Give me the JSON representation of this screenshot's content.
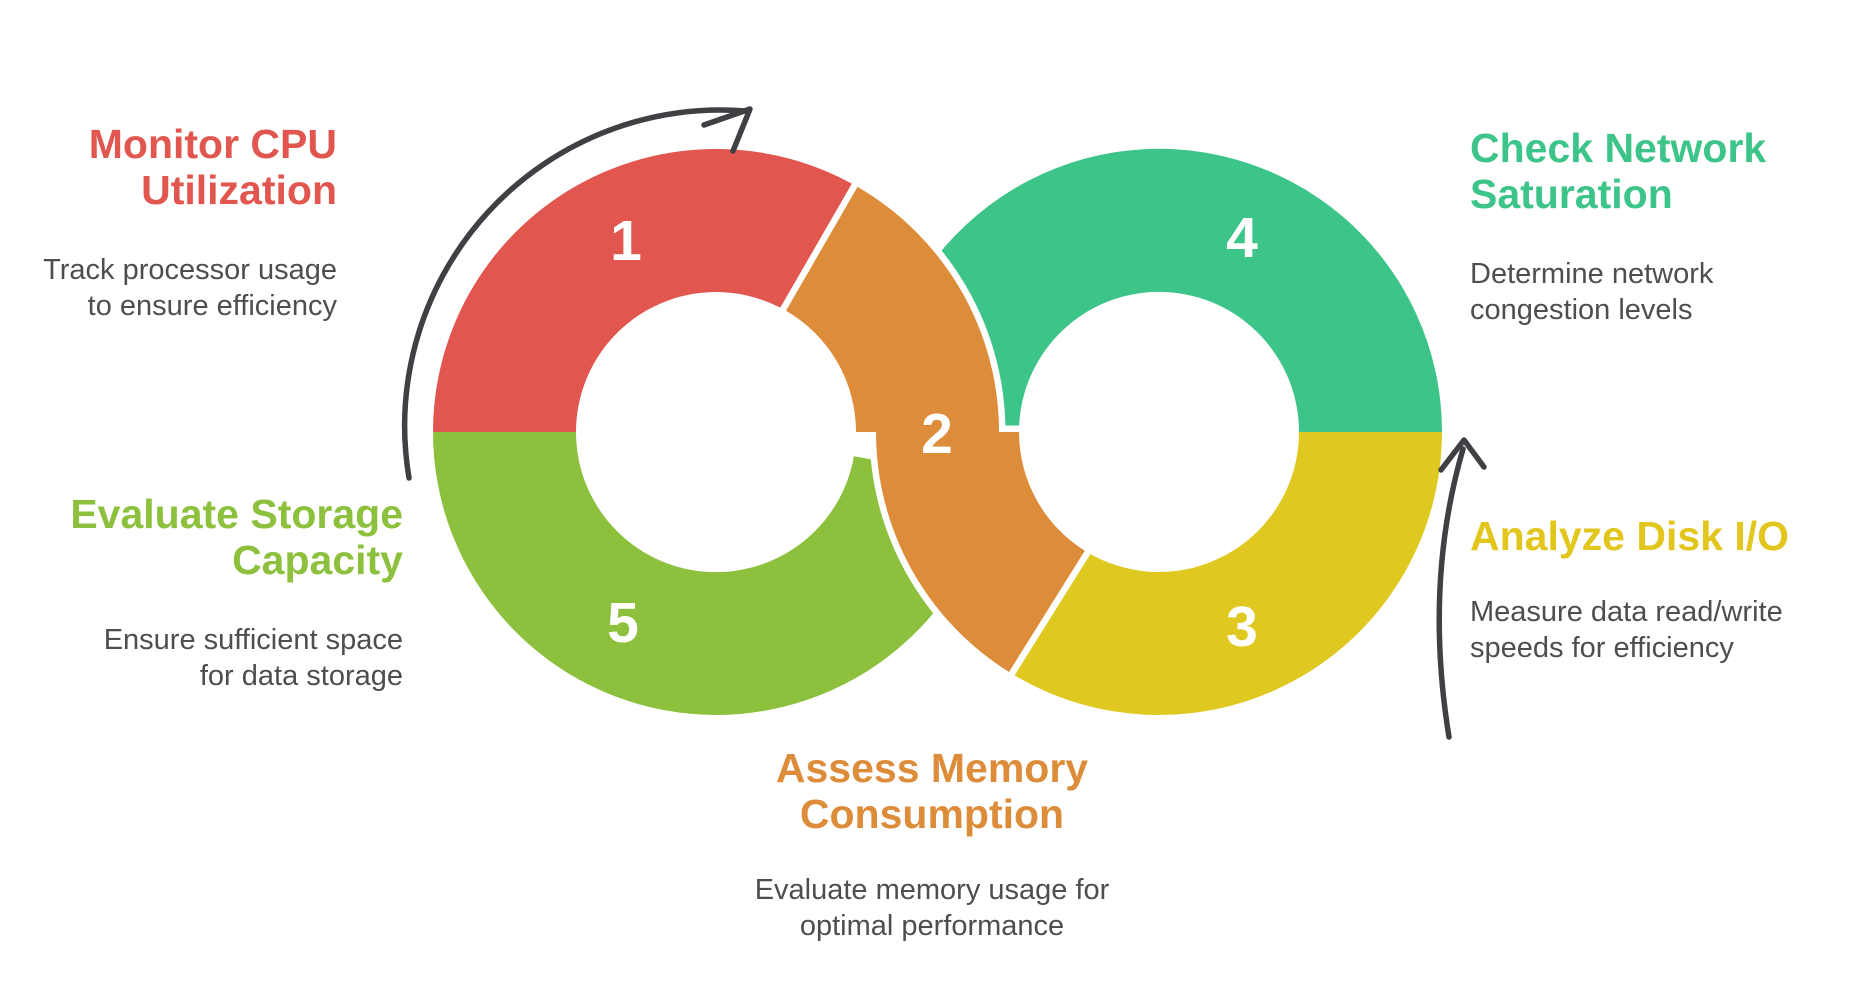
{
  "diagram": {
    "type": "infinity-loop-process",
    "background": "#ffffff",
    "ring_hole_color": "#ffffff",
    "separator_color": "#ffffff"
  },
  "colors": {
    "red": "#e1564e",
    "orange": "#dd8c3a",
    "yellow": "#dfc81f",
    "teal": "#3cc489",
    "green": "#8cc03d",
    "body_text": "#4d4e50",
    "number_text": "#ffffff",
    "arrow": "#3e4043"
  },
  "steps": [
    {
      "num": "1",
      "title_line1": "Monitor CPU",
      "title_line2": "Utilization",
      "body_line1": "Track processor usage",
      "body_line2": "to ensure efficiency",
      "color": "#e1564e"
    },
    {
      "num": "2",
      "title_line1": "Assess Memory",
      "title_line2": "Consumption",
      "body_line1": "Evaluate memory usage for",
      "body_line2": "optimal performance",
      "color": "#dd8c3a"
    },
    {
      "num": "3",
      "title_line1": "Analyze Disk I/O",
      "title_line2": "",
      "body_line1": "Measure data read/write",
      "body_line2": "speeds for efficiency",
      "color": "#e2c51d"
    },
    {
      "num": "4",
      "title_line1": "Check Network",
      "title_line2": "Saturation",
      "body_line1": "Determine network",
      "body_line2": "congestion levels",
      "color": "#3cc489"
    },
    {
      "num": "5",
      "title_line1": "Evaluate Storage",
      "title_line2": "Capacity",
      "body_line1": "Ensure sufficient space",
      "body_line2": "for data storage",
      "color": "#8cc03d"
    }
  ]
}
